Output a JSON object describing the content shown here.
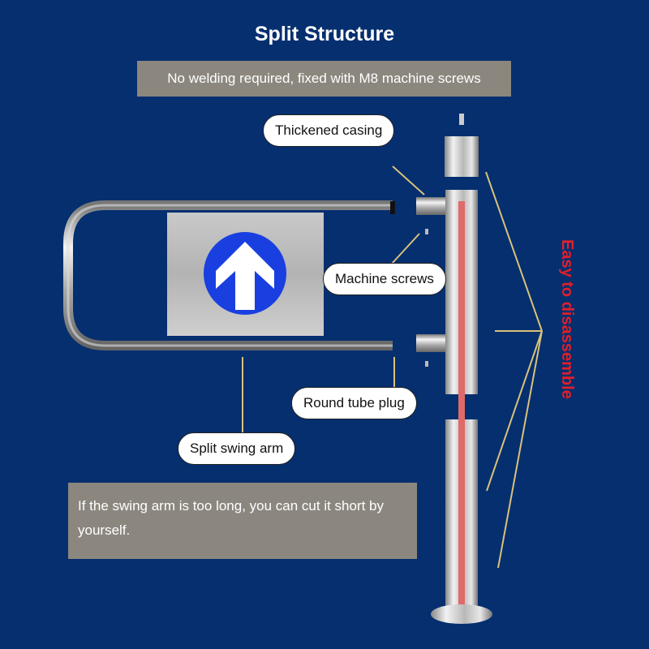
{
  "title": "Split Structure",
  "subtitle": "No welding required, fixed with M8 machine screws",
  "callouts": {
    "thickened_casing": "Thickened casing",
    "machine_screws": "Machine screws",
    "round_tube_plug": "Round tube plug",
    "split_swing_arm": "Split swing arm"
  },
  "note": "If the swing arm is too long, you can cut it short by yourself.",
  "vertical_label": "Easy to disassemble",
  "colors": {
    "background": "#052f6f",
    "label_box": "#8b877e",
    "leader_line": "#d9c27a",
    "accent_red": "#e0202a",
    "sign_blue": "#1a3fe0"
  }
}
